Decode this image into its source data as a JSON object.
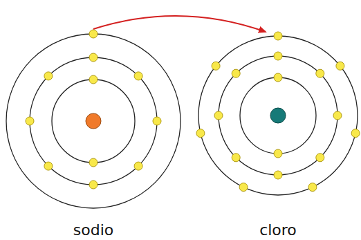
{
  "diagram": {
    "nodes": [
      {
        "text": [
          "sodio"
        ]
      },
      {
        "text": [
          "cloro"
        ]
      }
    ],
    "edges": [
      {
        "from": 0,
        "to": 1,
        "arrow": "to"
      }
    ]
  }
}
